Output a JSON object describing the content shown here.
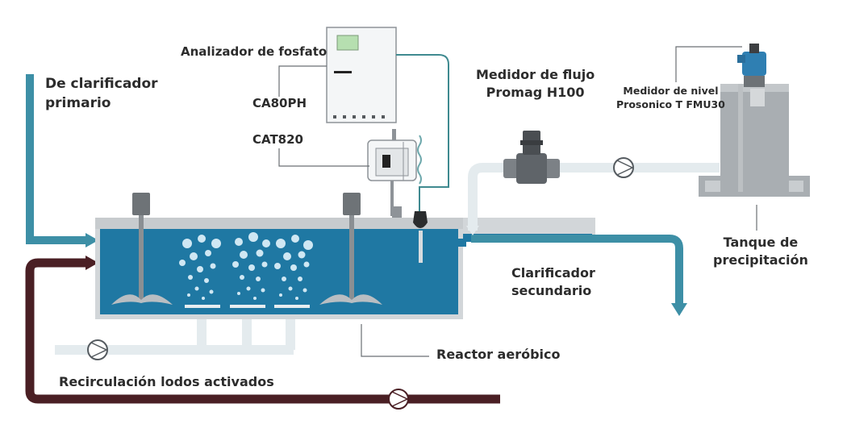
{
  "labels": {
    "from_primary": [
      "De clarificador",
      "primario"
    ],
    "phosphate_analyzer": "Analizador de fosfato",
    "ca80ph": "CA80PH",
    "cat820": "CAT820",
    "flow_meter": [
      "Medidor de flujo",
      "Promag H100"
    ],
    "level_meter": [
      "Medidor de nivel",
      "Prosonico T FMU30"
    ],
    "precipitation_tank": [
      "Tanque de",
      "precipitación"
    ],
    "secondary_clarifier": [
      "Clarificador",
      "secundario"
    ],
    "aerobic_reactor": "Reactor aeróbico",
    "sludge_recirculation": "Recirculación lodos activados"
  },
  "colors": {
    "influent_pipe": "#3d8fa6",
    "water": "#1f78a3",
    "sludge_pipe": "#4a1f24",
    "air_pipe": "#e4ebee",
    "tank_gray": "#a9aeb2",
    "analyzer_screen": "#b6dfb0"
  }
}
